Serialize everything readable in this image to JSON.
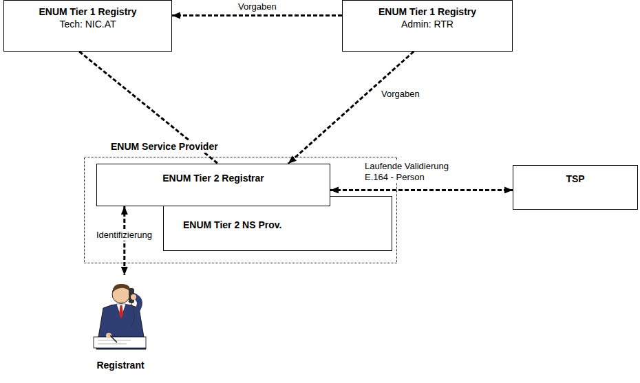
{
  "diagram": {
    "nodes": [
      {
        "text": [
          "ENUM Tier 1 Registry",
          "Tech: NIC.AT"
        ]
      },
      {
        "text": [
          "ENUM Tier 1 Registry",
          "Admin: RTR"
        ]
      },
      {
        "text": [
          "ENUM Service Provider"
        ]
      },
      {
        "text": [
          "ENUM Tier 2 Registrar"
        ],
        "in": 2
      },
      {
        "text": [
          "ENUM Tier 2 NS Prov."
        ],
        "in": 2
      },
      {
        "text": [
          "TSP"
        ]
      },
      {
        "text": [
          "Registrant"
        ]
      }
    ],
    "edges": [
      {
        "from": 1,
        "to": 0,
        "arrow": "to",
        "label": "Vorgaben"
      },
      {
        "from": 0,
        "to": 3,
        "arrow": "none"
      },
      {
        "from": 1,
        "to": 3,
        "arrow": "to",
        "label": "Vorgaben"
      },
      {
        "from": 3,
        "to": 5,
        "arrow": "both",
        "label": "Laufende Validierung E.164 - Person"
      },
      {
        "from": 3,
        "to": 6,
        "arrow": "both",
        "label": "Identifizierung"
      }
    ]
  }
}
